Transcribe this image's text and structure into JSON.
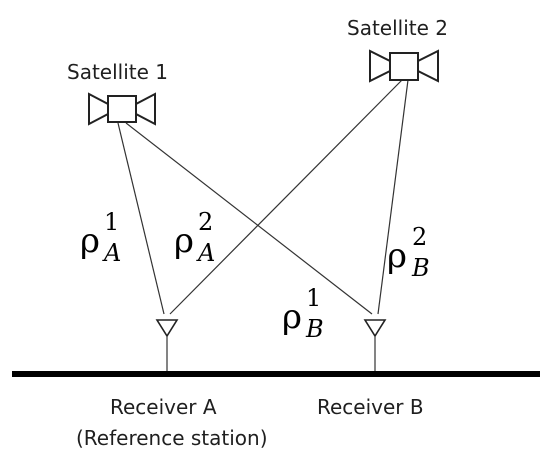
{
  "satellites": [
    {
      "label": "Satellite 1"
    },
    {
      "label": "Satellite 2"
    }
  ],
  "receivers": [
    {
      "label": "Receiver A",
      "sublabel": "(Reference station)"
    },
    {
      "label": "Receiver B",
      "sublabel": ""
    }
  ],
  "ranges": {
    "rho_a1": {
      "base": "ρ",
      "sup": "1",
      "sub": "A"
    },
    "rho_a2": {
      "base": "ρ",
      "sup": "2",
      "sub": "A"
    },
    "rho_b1": {
      "base": "ρ",
      "sup": "1",
      "sub": "B"
    },
    "rho_b2": {
      "base": "ρ",
      "sup": "2",
      "sub": "B"
    }
  }
}
